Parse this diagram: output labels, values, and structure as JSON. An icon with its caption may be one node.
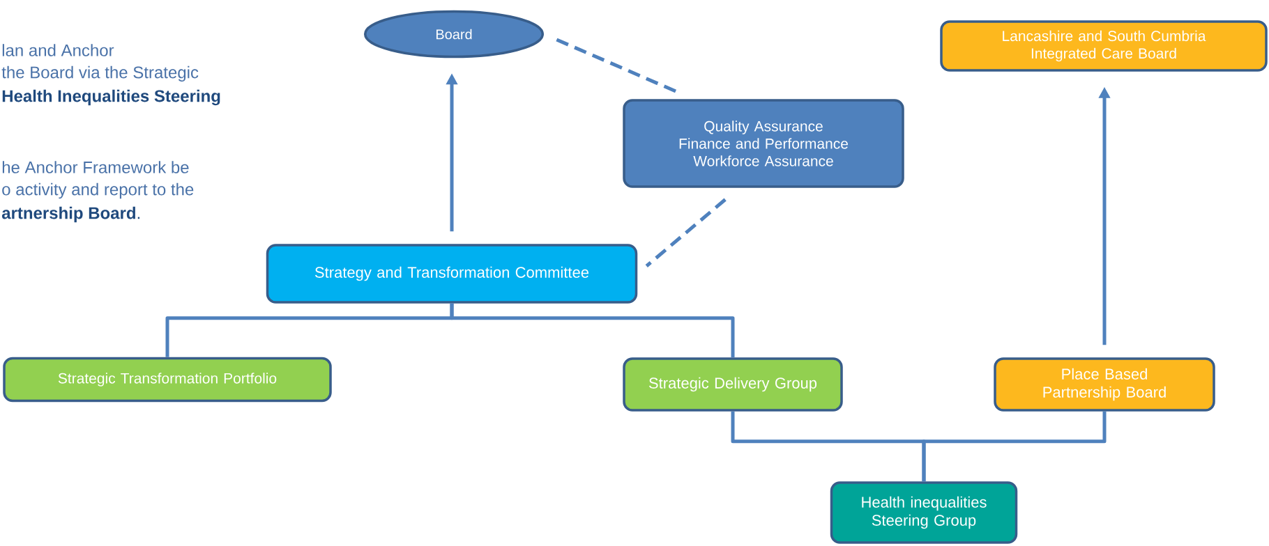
{
  "diagram": {
    "nodes": [
      {
        "text": [
          "Board"
        ]
      },
      {
        "text": [
          "Lancashire and South Cumbria Integrated Care Board"
        ]
      },
      {
        "text": [
          "Quality Assurance",
          "Finance and Performance",
          "Workforce Assurance"
        ]
      },
      {
        "text": [
          "Strategy and Transformation Committee"
        ]
      },
      {
        "text": [
          "Strategic Transformation Portfolio"
        ]
      },
      {
        "text": [
          "Strategic Delivery Group"
        ]
      },
      {
        "text": [
          "Place Based Partnership Board"
        ]
      },
      {
        "text": [
          "Health inequalities Steering Group"
        ]
      }
    ],
    "edges": [
      {
        "from": 3,
        "to": 0,
        "arrow": "to"
      },
      {
        "from": 0,
        "to": 2,
        "arrow": "none",
        "style": "dashed"
      },
      {
        "from": 2,
        "to": 3,
        "arrow": "none",
        "style": "dashed"
      },
      {
        "from": 4,
        "to": 3,
        "arrow": "none"
      },
      {
        "from": 5,
        "to": 3,
        "arrow": "none"
      },
      {
        "from": 5,
        "to": 7,
        "arrow": "none"
      },
      {
        "from": 6,
        "to": 7,
        "arrow": "none"
      },
      {
        "from": 6,
        "to": 1,
        "arrow": "to"
      }
    ],
    "labels": [
      "lan and Anchor",
      "the Board via the Strategic",
      "Health Inequalities Steering",
      "he Anchor Framework be",
      "o activity and report to the",
      "**artnership Board**."
    ]
  }
}
